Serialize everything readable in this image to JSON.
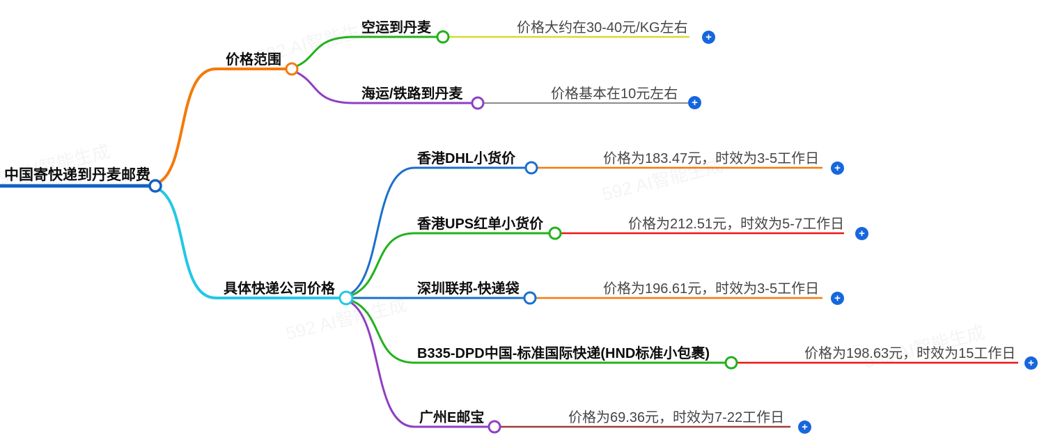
{
  "ui": {
    "expand_symbol": "+"
  },
  "watermark": {
    "text": "592 AI智能生成"
  },
  "colors": {
    "root_blue": "#1261c4",
    "orange": "#f5790a",
    "cyan": "#22c7e6",
    "green": "#21b21b",
    "purple": "#8e3fc4",
    "child_blue": "#1b6fcc",
    "yellow": "#d9d932",
    "gray": "#8a8a8a",
    "red": "#ee1414",
    "dark_red": "#a03a3a",
    "plus_blue": "#1667dd",
    "white": "#ffffff"
  },
  "root": {
    "label": "中国寄快递到丹麦邮费"
  },
  "branches": [
    {
      "label": "价格范围",
      "children": [
        {
          "label": "空运到丹麦",
          "value": "价格大约在30-40元/KG左右"
        },
        {
          "label": "海运/铁路到丹麦",
          "value": "价格基本在10元左右"
        }
      ]
    },
    {
      "label": "具体快递公司价格",
      "children": [
        {
          "label": "香港DHL小货价",
          "value": "价格为183.47元，时效为3-5工作日"
        },
        {
          "label": "香港UPS红单小货价",
          "value": "价格为212.51元，时效为5-7工作日"
        },
        {
          "label": "深圳联邦-快递袋",
          "value": "价格为196.61元，时效为3-5工作日"
        },
        {
          "label": "B335-DPD中国-标准国际快递(HND标准小包裹)",
          "value": "价格为198.63元，时效为15工作日"
        },
        {
          "label": "广州E邮宝",
          "value": "价格为69.36元，时效为7-22工作日"
        }
      ]
    }
  ]
}
